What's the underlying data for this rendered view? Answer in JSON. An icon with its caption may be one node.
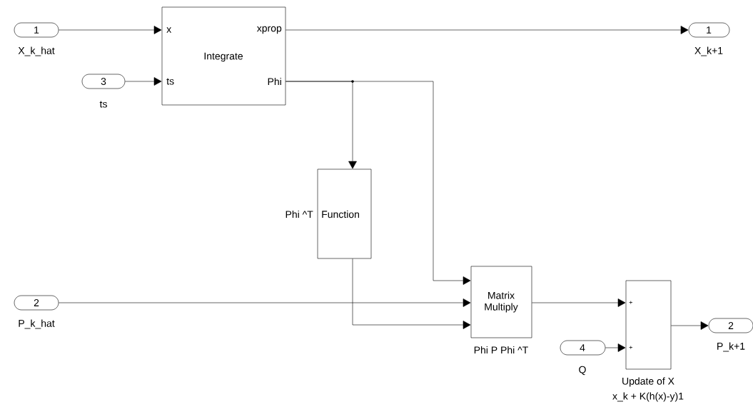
{
  "diagram": {
    "nodes": [
      {
        "text": [
          "1"
        ],
        "beside": [
          "X_k_hat"
        ]
      },
      {
        "text": [
          "Integrate",
          "x",
          "ts",
          "xprop",
          "Phi"
        ]
      },
      {
        "text": [
          "3"
        ],
        "beside": [
          "ts"
        ]
      },
      {
        "text": [
          "1"
        ],
        "beside": [
          "X_k+1"
        ]
      },
      {
        "text": [
          "Function"
        ],
        "beside": [
          "Phi ^T"
        ]
      },
      {
        "text": [
          "2"
        ],
        "beside": [
          "P_k_hat"
        ]
      },
      {
        "text": [
          "Matrix Multiply"
        ],
        "beside": [
          "Phi P Phi ^T"
        ]
      },
      {
        "text": [
          "+",
          "+"
        ],
        "beside": [
          "Update of X",
          "x_k + K(h(x)-y)1"
        ]
      },
      {
        "text": [
          "4"
        ],
        "beside": [
          "Q"
        ]
      },
      {
        "text": [
          "2"
        ],
        "beside": [
          "P_k+1"
        ]
      }
    ],
    "edges": [
      {
        "from": 0,
        "to": 1,
        "arrow": "to"
      },
      {
        "from": 2,
        "to": 1,
        "arrow": "to"
      },
      {
        "from": 1,
        "to": 3,
        "arrow": "to"
      },
      {
        "from": 1,
        "to": 4,
        "arrow": "to"
      },
      {
        "from": 1,
        "to": 6,
        "arrow": "to"
      },
      {
        "from": 5,
        "to": 6,
        "arrow": "to"
      },
      {
        "from": 4,
        "to": 6,
        "arrow": "to"
      },
      {
        "from": 6,
        "to": 7,
        "arrow": "to"
      },
      {
        "from": 8,
        "to": 7,
        "arrow": "to"
      },
      {
        "from": 7,
        "to": 9,
        "arrow": "to"
      }
    ]
  }
}
